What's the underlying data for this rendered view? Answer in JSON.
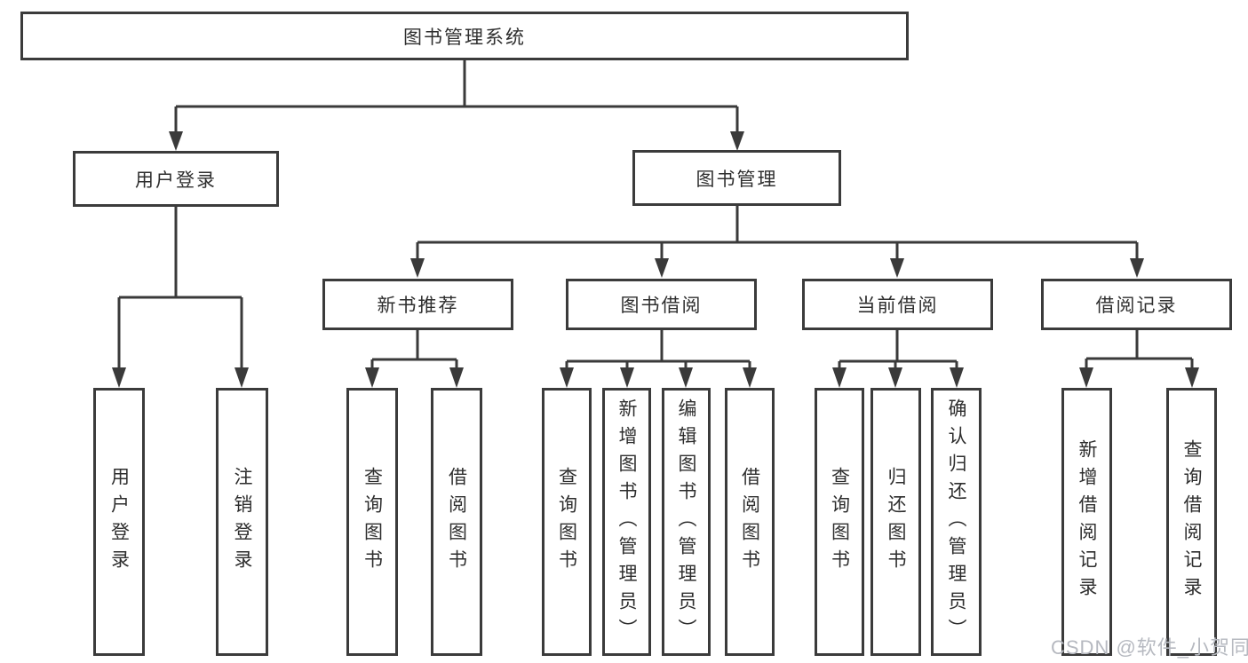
{
  "nodes": {
    "root": {
      "label": "图书管理系统"
    },
    "branches": [
      {
        "label": "用户登录"
      },
      {
        "label": "图书管理"
      }
    ],
    "categories": [
      {
        "label": "新书推荐",
        "parent": "图书管理"
      },
      {
        "label": "图书借阅",
        "parent": "图书管理"
      },
      {
        "label": "当前借阅",
        "parent": "图书管理"
      },
      {
        "label": "借阅记录",
        "parent": "图书管理"
      }
    ],
    "leaves": [
      {
        "label": "用户登录",
        "parent": "用户登录"
      },
      {
        "label": "注销登录",
        "parent": "用户登录"
      },
      {
        "label": "查询图书",
        "parent": "新书推荐"
      },
      {
        "label": "借阅图书",
        "parent": "新书推荐"
      },
      {
        "label": "查询图书",
        "parent": "图书借阅"
      },
      {
        "label": "新增图书（管理员）",
        "parent": "图书借阅"
      },
      {
        "label": "编辑图书（管理员）",
        "parent": "图书借阅"
      },
      {
        "label": "借阅图书",
        "parent": "图书借阅"
      },
      {
        "label": "查询图书",
        "parent": "当前借阅"
      },
      {
        "label": "归还图书",
        "parent": "当前借阅"
      },
      {
        "label": "确认归还（管理员）",
        "parent": "当前借阅"
      },
      {
        "label": "新增借阅记录",
        "parent": "借阅记录"
      },
      {
        "label": "查询借阅记录",
        "parent": "借阅记录"
      }
    ]
  },
  "watermark": "CSDN @软件_小贺同学",
  "colors": {
    "line": "#3a3a3a",
    "box_border": "#3b3b3b",
    "text": "#2e2e2e",
    "watermark": "#b6b9c0",
    "background": "#ffffff"
  }
}
